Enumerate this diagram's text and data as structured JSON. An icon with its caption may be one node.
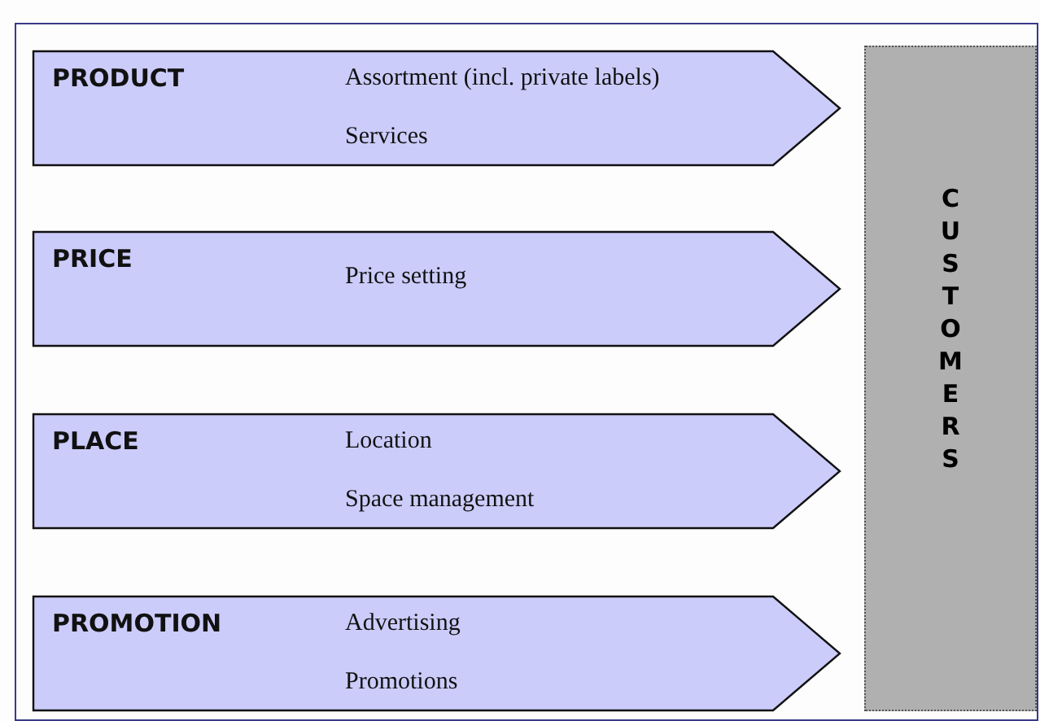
{
  "diagram": {
    "nodes": [
      {
        "text": [
          "PRODUCT",
          "Assortment (incl. private labels)",
          "Services"
        ]
      },
      {
        "text": [
          "PRICE",
          "Price setting"
        ]
      },
      {
        "text": [
          "PLACE",
          "Location",
          "Space management"
        ]
      },
      {
        "text": [
          "PROMOTION",
          "Advertising",
          "Promotions"
        ]
      },
      {
        "text": [
          "CUSTOMERS"
        ]
      }
    ],
    "edges": []
  }
}
